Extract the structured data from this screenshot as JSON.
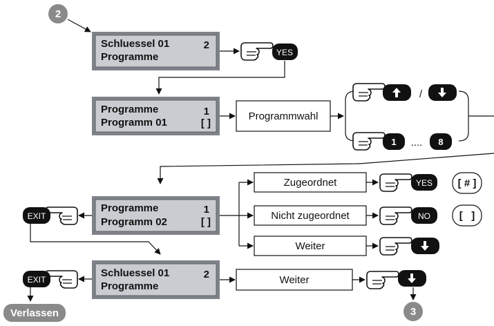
{
  "steps": {
    "start": "2",
    "end": "3"
  },
  "lcd": {
    "top": {
      "line1": "Schluessel 01",
      "line2": "Programme",
      "value": "2"
    },
    "prog1": {
      "line1": "Programme",
      "line2": "Programm 01",
      "value": "1",
      "bracket": "[ ]"
    },
    "prog2": {
      "line1": "Programme",
      "line2": "Programm 02",
      "value": "1",
      "bracket": "[ ]"
    },
    "bottom": {
      "line1": "Schluessel 01",
      "line2": "Programme",
      "value": "2"
    }
  },
  "boxes": {
    "programmwahl": "Programmwahl",
    "zugeordnet": "Zugeordnet",
    "nicht_zugeordnet": "Nicht zugeordnet",
    "weiter1": "Weiter",
    "weiter2": "Weiter"
  },
  "keys": {
    "yes": "YES",
    "no": "NO",
    "exit": "EXIT",
    "one": "1",
    "eight": "8",
    "slash": "/",
    "dots": "....",
    "verlassen": "Verlassen"
  },
  "indicators": {
    "assigned": "[ # ]",
    "unassigned": "[   ]"
  },
  "colors": {
    "lcd": "#c9ccd1",
    "lcd_border": "#7f8288",
    "key": "#111111",
    "badge": "#8a8a8a"
  }
}
